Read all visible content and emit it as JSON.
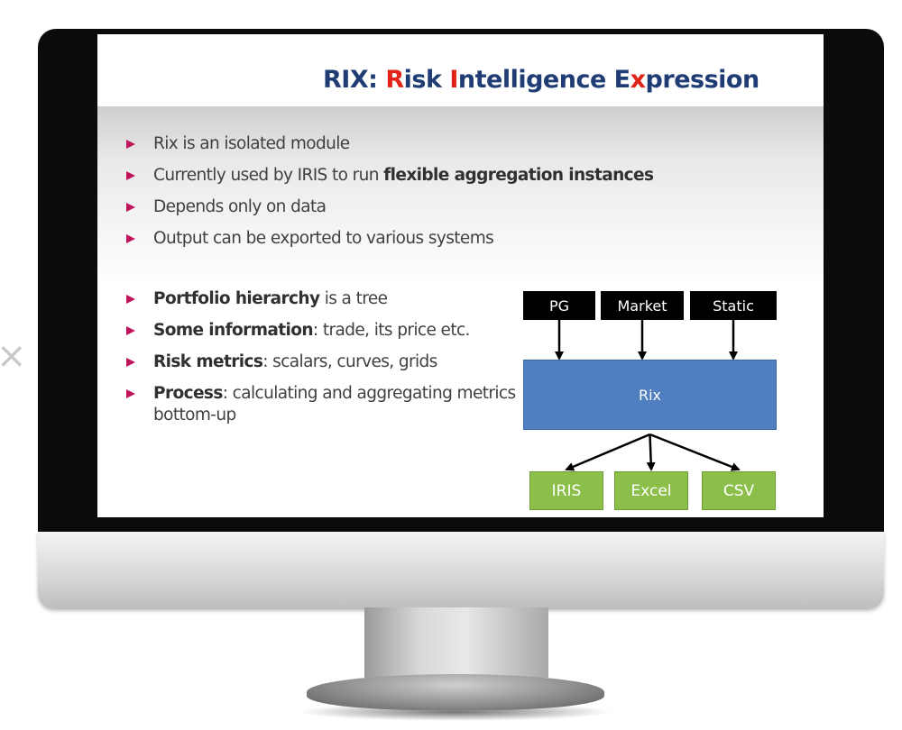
{
  "slide": {
    "title_parts": [
      {
        "text": "RIX: ",
        "highlight": false
      },
      {
        "text": "R",
        "highlight": true
      },
      {
        "text": "isk ",
        "highlight": false
      },
      {
        "text": "I",
        "highlight": true
      },
      {
        "text": "ntelligence E",
        "highlight": false
      },
      {
        "text": "x",
        "highlight": true
      },
      {
        "text": "pression",
        "highlight": false
      }
    ],
    "top_bullets": [
      {
        "parts": [
          {
            "text": "Rix is an isolated module",
            "bold": false
          }
        ]
      },
      {
        "parts": [
          {
            "text": "Currently used by IRIS to run ",
            "bold": false
          },
          {
            "text": "flexible aggregation instances",
            "bold": true
          }
        ]
      },
      {
        "parts": [
          {
            "text": "Depends only on data",
            "bold": false
          }
        ]
      },
      {
        "parts": [
          {
            "text": "Output can be exported to various systems",
            "bold": false
          }
        ]
      }
    ],
    "bottom_bullets": [
      {
        "parts": [
          {
            "text": "Portfolio hierarchy",
            "bold": true
          },
          {
            "text": " is a tree",
            "bold": false
          }
        ]
      },
      {
        "parts": [
          {
            "text": "Some information",
            "bold": true
          },
          {
            "text": ": trade, its price etc.",
            "bold": false
          }
        ]
      },
      {
        "parts": [
          {
            "text": "Risk metrics",
            "bold": true
          },
          {
            "text": ": scalars, curves, grids",
            "bold": false
          }
        ]
      },
      {
        "parts": [
          {
            "text": "Process",
            "bold": true
          },
          {
            "text": ": calculating and aggregating metrics bottom-up",
            "bold": false
          }
        ]
      }
    ]
  },
  "diagram": {
    "inputs": [
      {
        "id": "pg",
        "label": "PG"
      },
      {
        "id": "market",
        "label": "Market"
      },
      {
        "id": "static",
        "label": "Static"
      }
    ],
    "core": {
      "id": "rix",
      "label": "Rix"
    },
    "outputs": [
      {
        "id": "iris",
        "label": "IRIS"
      },
      {
        "id": "excel",
        "label": "Excel"
      },
      {
        "id": "csv",
        "label": "CSV"
      }
    ],
    "edges": [
      {
        "from": "pg",
        "to": "rix"
      },
      {
        "from": "market",
        "to": "rix"
      },
      {
        "from": "static",
        "to": "rix"
      },
      {
        "from": "rix",
        "to": "iris"
      },
      {
        "from": "rix",
        "to": "excel"
      },
      {
        "from": "rix",
        "to": "csv"
      }
    ]
  },
  "colors": {
    "title_text": "#1f3c74",
    "title_highlight": "#e2231a",
    "bullet_arrow": "#c0145a",
    "core_box": "#4f7fc0",
    "output_box": "#8cbf4a",
    "input_box": "#000000"
  },
  "icons": {
    "bullet": "triangle-right-icon"
  }
}
